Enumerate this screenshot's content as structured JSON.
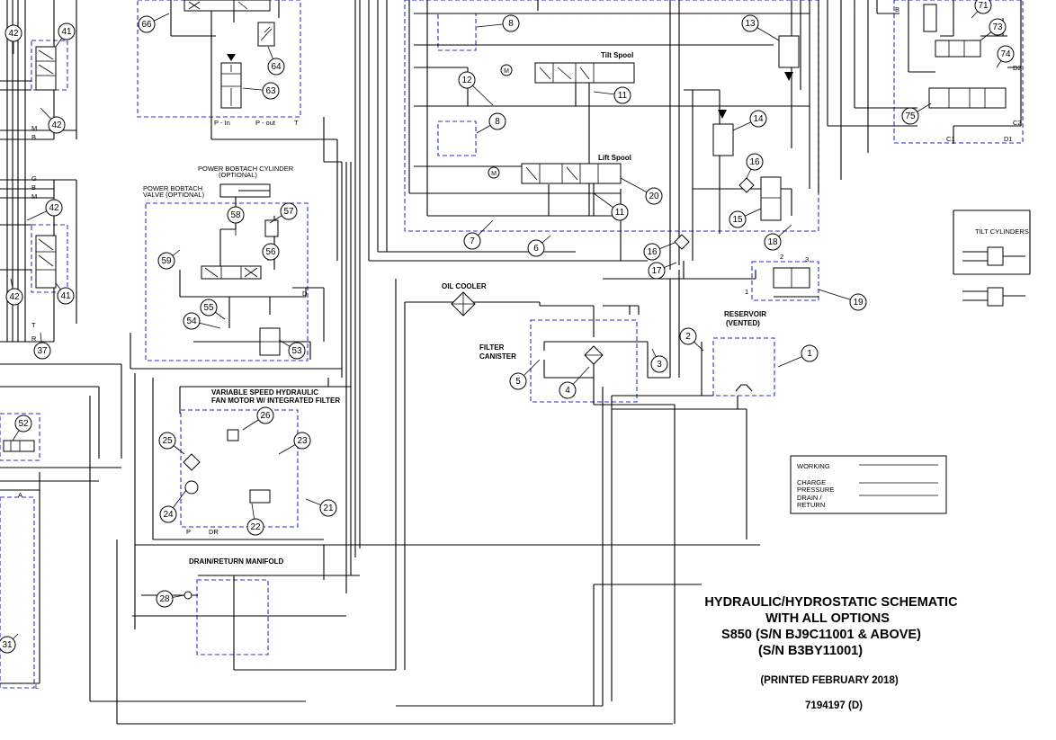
{
  "title": {
    "line1": "HYDRAULIC/HYDROSTATIC SCHEMATIC",
    "line2": "WITH ALL OPTIONS",
    "line3": "S850 (S/N BJ9C11001 & ABOVE)",
    "line4": "(S/N B3BY11001)",
    "printed": "(PRINTED FEBRUARY 2018)",
    "part_number": "7194197 (D)"
  },
  "labels": {
    "tilt_spool": "Tilt Spool",
    "lift_spool": "Lift Spool",
    "oil_cooler": "OIL COOLER",
    "filter_canister_1": "FILTER",
    "filter_canister_2": "CANISTER",
    "reservoir_1": "RESERVOIR",
    "reservoir_2": "(VENTED)",
    "tilt_cylinders": "TILT CYLINDERS",
    "power_bobtach_cyl_1": "POWER BOBTACH CYLINDER",
    "power_bobtach_cyl_2": "(OPTIONAL)",
    "power_bobtach_valve_1": "POWER BOBTACH",
    "power_bobtach_valve_2": "VALVE (OPTIONAL)",
    "fan_motor_1": "VARIABLE SPEED HYDRAULIC",
    "fan_motor_2": "FAN MOTOR W/ INTEGRATED FILTER",
    "drain_manifold": "DRAIN/RETURN  MANIFOLD",
    "p_in": "P - In",
    "p_out": "P - out",
    "port_t": "T",
    "port_d": "D",
    "port_p": "P",
    "port_dr": "DR",
    "port_m": "M",
    "port_b": "B",
    "port_g": "G",
    "port_r": "R",
    "port_a": "A",
    "port_l": "L",
    "port_b2": "B",
    "port_d2": "D2",
    "port_c2": "C2",
    "port_c1": "C1",
    "port_d1": "D1",
    "port_1": "1",
    "port_2": "2",
    "port_3": "3"
  },
  "legend": {
    "working": "WORKING",
    "charge_1": "CHARGE",
    "charge_2": "PRESSURE",
    "drain_1": "DRAIN /",
    "drain_2": "RETURN"
  },
  "callouts": [
    "1",
    "2",
    "3",
    "4",
    "5",
    "6",
    "7",
    "8",
    "8",
    "11",
    "11",
    "12",
    "13",
    "14",
    "15",
    "16",
    "16",
    "17",
    "18",
    "19",
    "20",
    "21",
    "22",
    "23",
    "24",
    "25",
    "26",
    "28",
    "31",
    "37",
    "41",
    "41",
    "42",
    "42",
    "42",
    "42",
    "52",
    "53",
    "54",
    "55",
    "56",
    "57",
    "58",
    "59",
    "63",
    "64",
    "66",
    "71",
    "73",
    "74",
    "75"
  ]
}
